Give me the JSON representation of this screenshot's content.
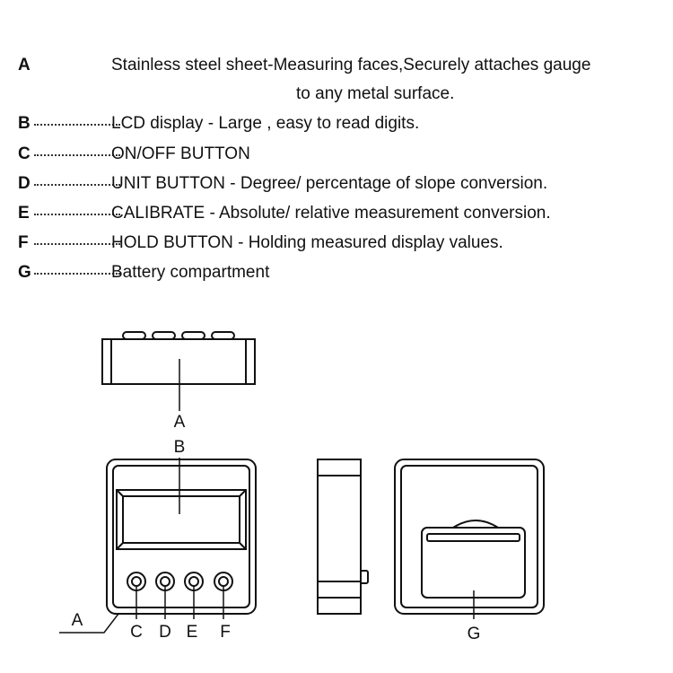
{
  "legend": {
    "a": {
      "letter": "A",
      "text_line1": "Stainless steel sheet-Measuring faces,Securely attaches gauge",
      "text_line2": "to any metal surface."
    },
    "b": {
      "letter": "B",
      "text": "LCD display - Large , easy to read digits."
    },
    "c": {
      "letter": "C",
      "text": "ON/OFF BUTTON"
    },
    "d": {
      "letter": "D",
      "text": "UNIT BUTTON - Degree/ percentage of slope conversion."
    },
    "e": {
      "letter": "E",
      "text": "CALIBRATE - Absolute/ relative measurement conversion."
    },
    "f": {
      "letter": "F",
      "text": "HOLD BUTTON - Holding measured display values."
    },
    "g": {
      "letter": "G",
      "text": "Battery compartment"
    }
  },
  "callouts": {
    "top_a": "A",
    "front_b": "B",
    "front_a": "A",
    "button_c": "C",
    "button_d": "D",
    "button_e": "E",
    "button_f": "F",
    "back_g": "G"
  }
}
